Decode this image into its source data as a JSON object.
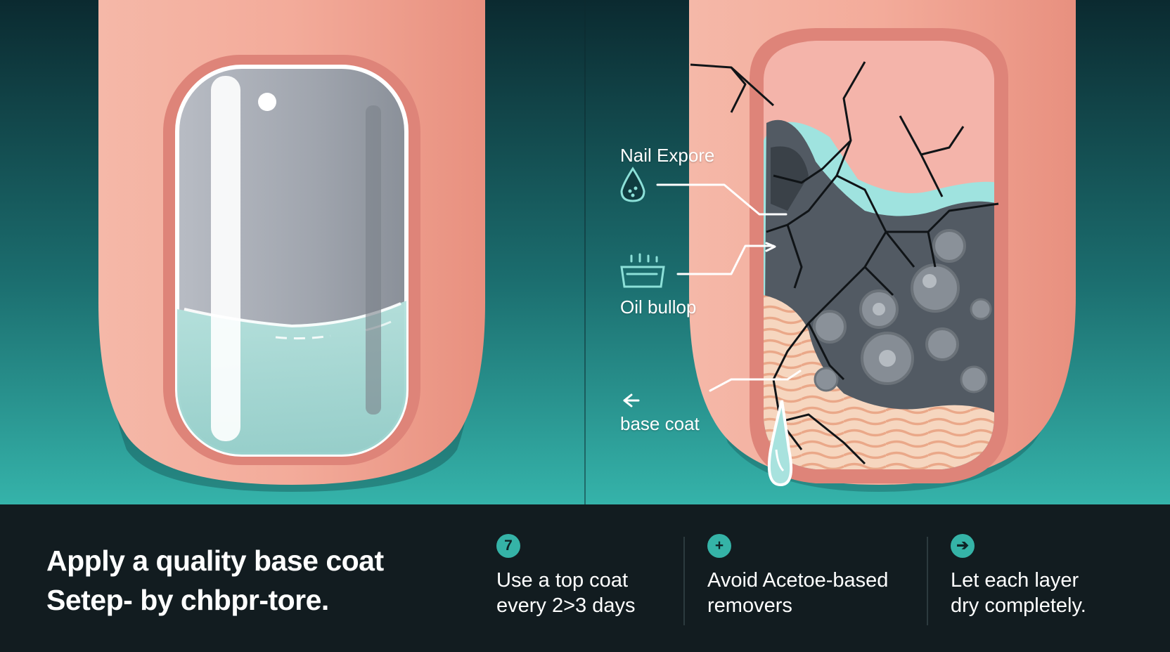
{
  "callouts": {
    "top": "Nail Expore",
    "middle": "Oil bullop",
    "bottom": "base coat"
  },
  "headline": {
    "line1": "Apply a quality base coat",
    "line2": "Setep- by chbpr-tore."
  },
  "tips": [
    {
      "badge_glyph": "7",
      "icon": "number-7-icon",
      "line1": "Use a top coat",
      "line2": "every 2>3 days"
    },
    {
      "badge_glyph": "+",
      "icon": "plus-icon",
      "line1": "Avoid Acetoe-based",
      "line2": "removers"
    },
    {
      "badge_glyph": "➔",
      "icon": "arrow-right-icon",
      "line1": "Let each layer",
      "line2": "dry completely."
    }
  ],
  "colors": {
    "background_top": "#0b2a30",
    "background_bottom": "#35b3aa",
    "skin": "#f0a596",
    "nail_gray": "#9ea3ad",
    "base_coat": "#a6dad6",
    "footer": "#121c20",
    "badge": "#35b3a7"
  }
}
